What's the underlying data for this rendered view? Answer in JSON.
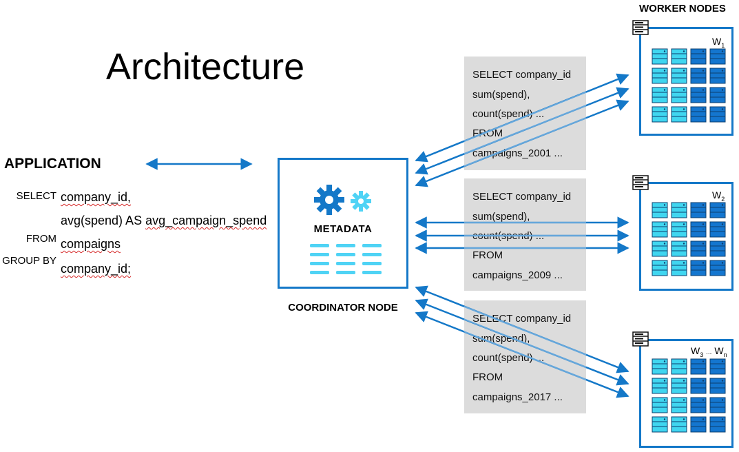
{
  "title": "Architecture",
  "application": {
    "label": "APPLICATION",
    "keywords": {
      "select": "SELECT",
      "from": "FROM",
      "group_by": "GROUP BY"
    },
    "line1": "company_id,",
    "line2_prefix": "avg(spend) AS ",
    "line2_alias": "avg_campaign_spend",
    "line3": "compaigns",
    "line4": "company_id;"
  },
  "coordinator": {
    "metadata_label": "METADATA",
    "label": "COORDINATOR NODE"
  },
  "workers_title": "WORKER NODES",
  "queries": [
    {
      "select": "SELECT company_id",
      "line2": "sum(spend),",
      "line3": "count(spend) ...",
      "from": "FROM",
      "table": "campaigns_2001 ..."
    },
    {
      "select": "SELECT company_id",
      "line2": "sum(spend),",
      "line3": "count(spend) ...",
      "from": "FROM",
      "table": "campaigns_2009 ..."
    },
    {
      "select": "SELECT company_id",
      "line2": "sum(spend),",
      "line3": "count(spend) ...",
      "from": "FROM",
      "table": "campaigns_2017 ..."
    }
  ],
  "workers": [
    {
      "label": "W",
      "sub": "1"
    },
    {
      "label": "W",
      "sub": "2"
    },
    {
      "label": "W",
      "sub": "3",
      "ellipsis": "...",
      "label2": "W",
      "sub2": "n"
    }
  ],
  "colors": {
    "border": "#1478c8",
    "arrow": "#1478c8",
    "gear_dark": "#1478c8",
    "gear_light": "#4fd3f5",
    "cell_light": "#40d6f0",
    "cell_dark": "#1476cf",
    "query_bg": "#dcdcdc"
  }
}
